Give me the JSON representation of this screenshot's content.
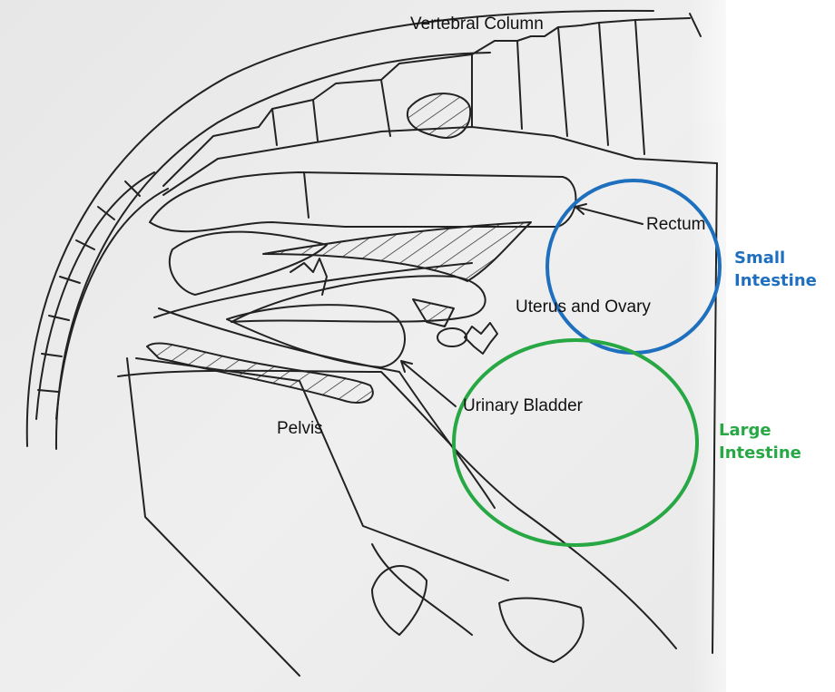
{
  "labels": {
    "vertebral_column": "Vertebral Column",
    "rectum": "Rectum",
    "uterus_ovary": "Uterus and Ovary",
    "urinary_bladder": "Urinary Bladder",
    "pelvis": "Pelvis"
  },
  "regions": {
    "small_intestine": {
      "line1": "Small",
      "line2": "Intestine",
      "color": "#1f6fbf"
    },
    "large_intestine": {
      "line1": "Large",
      "line2": "Intestine",
      "color": "#27a844"
    }
  },
  "colors": {
    "ink": "#222222",
    "paper": "#ececec"
  }
}
